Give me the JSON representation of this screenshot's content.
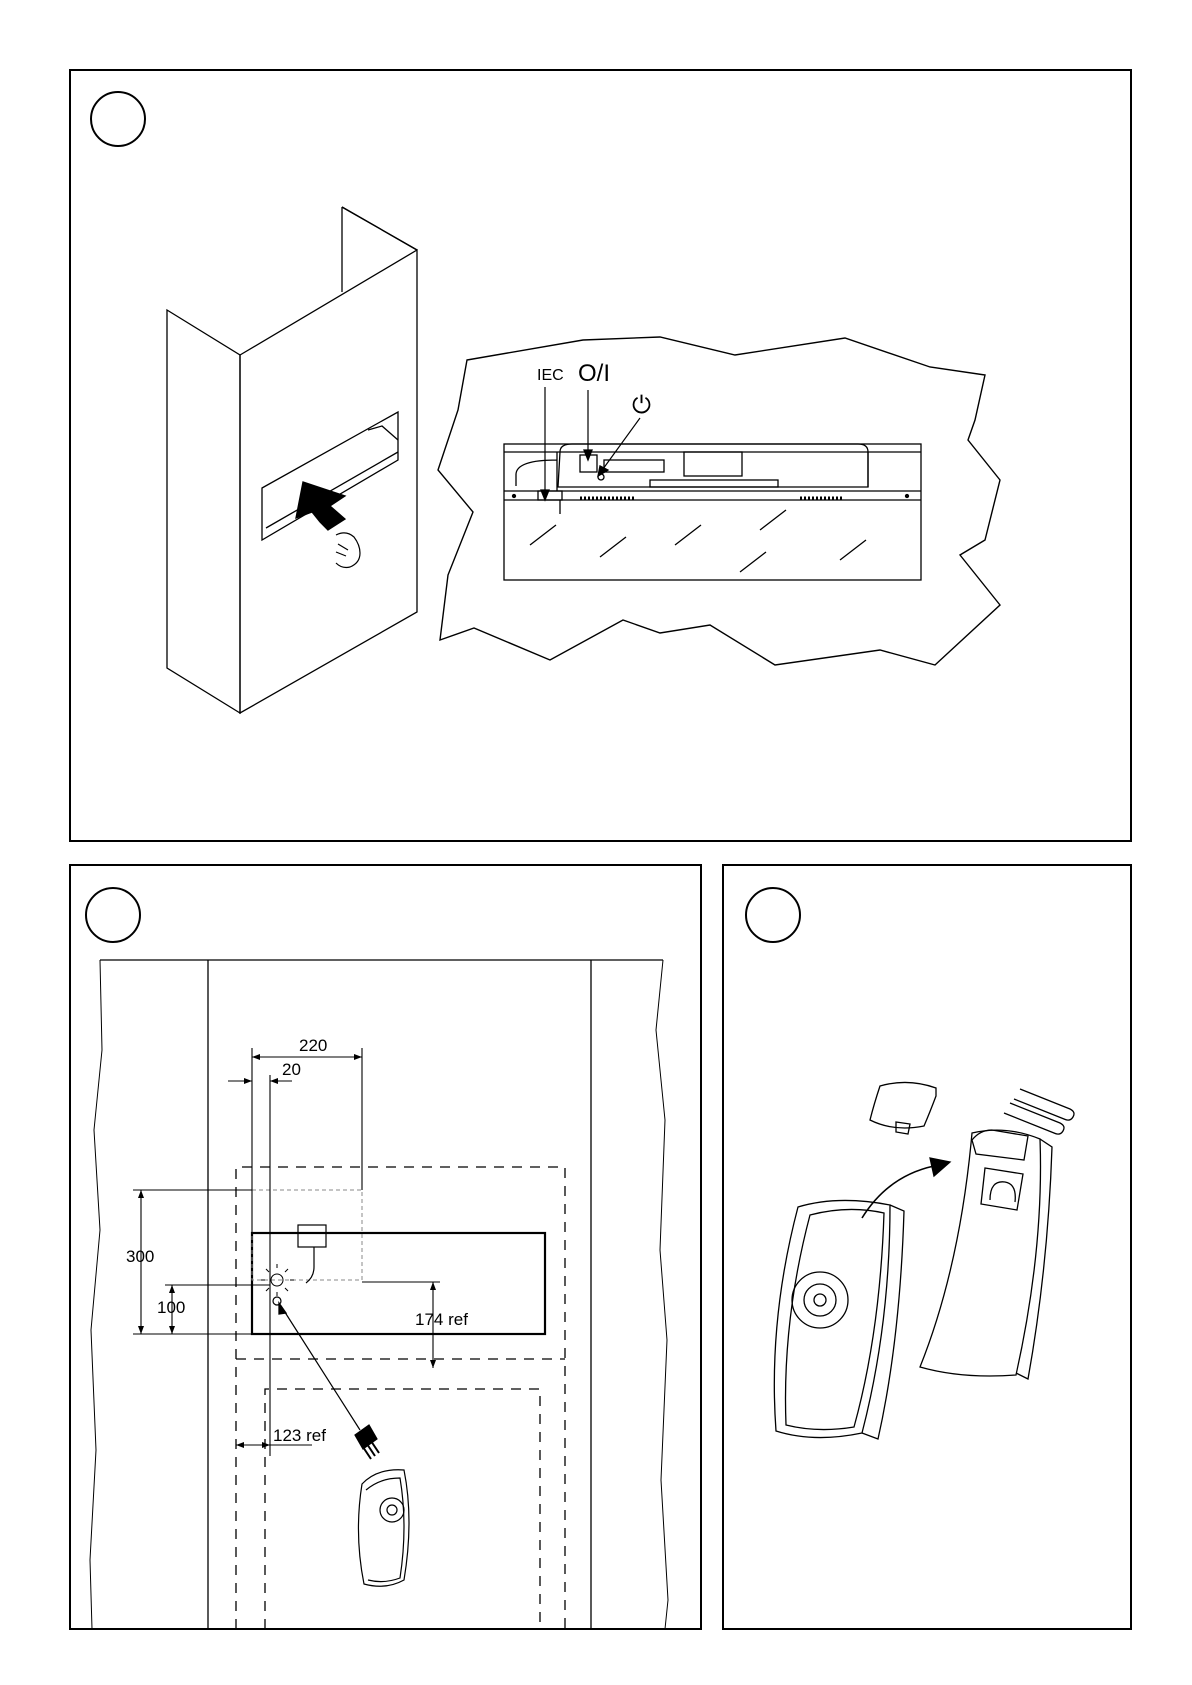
{
  "figures": {
    "top": {
      "labels": {
        "iec": "IEC",
        "switch": "O/I",
        "power_symbol": "⏻"
      }
    },
    "bottom_left": {
      "dimensions": {
        "d220": "220",
        "d20": "20",
        "d300": "300",
        "d100": "100",
        "d174": "174 ref",
        "d123": "123 ref"
      }
    },
    "bottom_right": {}
  },
  "icons": [
    "wall-unit-icon",
    "hand-icon",
    "push-arrow-icon",
    "remote-control-icon",
    "battery-icon",
    "battery-cover-icon",
    "curved-arrow-icon"
  ]
}
